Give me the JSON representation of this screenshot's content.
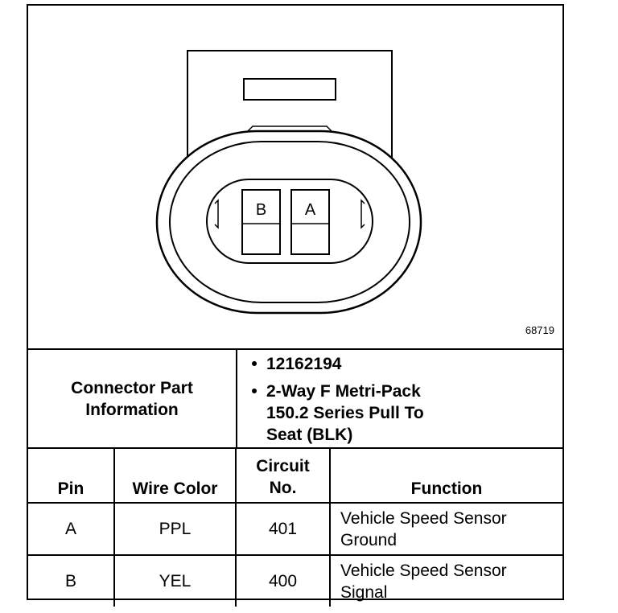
{
  "figure": {
    "id": "68719",
    "pins": {
      "left": "B",
      "right": "A"
    }
  },
  "connector_info": {
    "label_line1": "Connector Part",
    "label_line2": "Information",
    "items": [
      {
        "bullet": "•",
        "lines": [
          "12162194"
        ]
      },
      {
        "bullet": "•",
        "lines": [
          "2-Way F Metri-Pack",
          "150.2 Series Pull To",
          "Seat (BLK)"
        ]
      }
    ]
  },
  "table": {
    "headers": {
      "pin": "Pin",
      "wire_color": "Wire Color",
      "circuit_line1": "Circuit",
      "circuit_line2": "No.",
      "function": "Function"
    },
    "rows": [
      {
        "pin": "A",
        "wire_color": "PPL",
        "circuit": "401",
        "function_line1": "Vehicle Speed Sensor",
        "function_line2": "Ground"
      },
      {
        "pin": "B",
        "wire_color": "YEL",
        "circuit": "400",
        "function_line1": "Vehicle Speed Sensor",
        "function_line2": "Signal"
      }
    ]
  }
}
